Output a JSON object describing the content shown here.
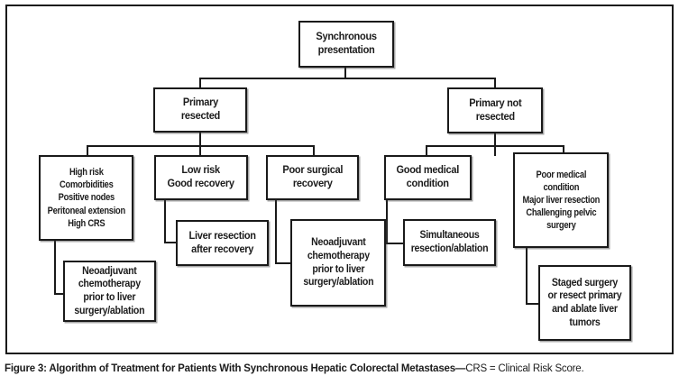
{
  "figure": {
    "caption_bold": "Figure 3: Algorithm of Treatment for Patients With Synchronous Hepatic Colorectal Metastases—",
    "caption_regular": "CRS = Clinical Risk Score."
  },
  "flowchart": {
    "title": "Algorithm of Treatment for Patients With Synchronous Hepatic Colorectal Metastases",
    "nodes": {
      "synchronous": "Synchronous\npresentation",
      "primary_resected": "Primary\nresected",
      "primary_not_resected": "Primary not\nresected",
      "high_risk": "High risk\nComorbidities\nPositive nodes\nPeritoneal extension\nHigh CRS",
      "low_risk": "Low risk\nGood recovery",
      "poor_surgical": "Poor surgical\nrecovery",
      "good_medical": "Good medical\ncondition",
      "poor_medical": "Poor medical\ncondition\nMajor liver resection\nChallenging pelvic\nsurgery",
      "neoadjuvant_left": "Neoadjuvant\nchemotherapy\nprior to liver\nsurgery/ablation",
      "liver_resection": "Liver resection\nafter recovery",
      "neoadjuvant_mid": "Neoadjuvant\nchemotherapy\nprior to liver\nsurgery/ablation",
      "simultaneous": "Simultaneous\nresection/ablation",
      "staged": "Staged surgery\nor resect primary\nand ablate liver\ntumors"
    },
    "edges": [
      "synchronous -> primary_resected",
      "synchronous -> primary_not_resected",
      "primary_resected -> high_risk",
      "primary_resected -> low_risk",
      "primary_resected -> poor_surgical",
      "primary_not_resected -> good_medical",
      "primary_not_resected -> poor_medical",
      "high_risk -> neoadjuvant_left",
      "low_risk -> liver_resection",
      "poor_surgical -> neoadjuvant_mid",
      "good_medical -> simultaneous",
      "poor_medical -> staged"
    ],
    "abbreviation": "CRS = Clinical Risk Score"
  },
  "colors": {
    "line": "#1a1a1a",
    "box_border": "#1a1a1a",
    "background": "#ffffff",
    "text": "#1c1c1c"
  }
}
